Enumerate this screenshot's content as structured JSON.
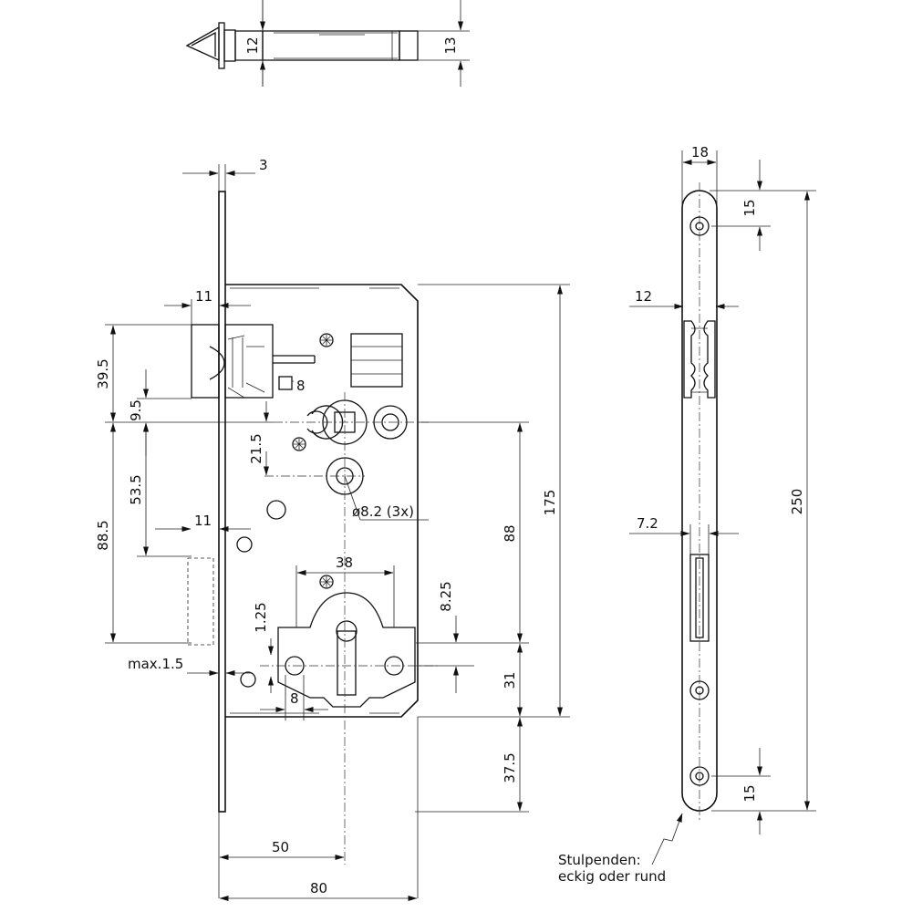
{
  "labels": {
    "top_12": "12",
    "top_13": "13",
    "faceplate_3": "3",
    "bolt_11": "11",
    "h_39_5": "39.5",
    "h_9_5": "9.5",
    "h_21_5": "21.5",
    "h_53_5": "53.5",
    "h_88_5": "88.5",
    "latch_11": "11",
    "square_8": "8",
    "hole_dia": "ø8.2 (3x)",
    "v_175": "175",
    "v_88": "88",
    "cyl_38": "38",
    "v_8_25": "8.25",
    "v_1_25": "1.25",
    "max_1_5": "max.1.5",
    "cyl_8": "8",
    "v_31": "31",
    "v_37_5": "37.5",
    "backset_50": "50",
    "width_80": "80",
    "strip_18": "18",
    "strip_15_top": "15",
    "strip_12": "12",
    "strip_250": "250",
    "strip_7_2": "7.2",
    "strip_15_bottom": "15",
    "note_line1": "Stulpenden:",
    "note_line2": "eckig oder rund"
  }
}
